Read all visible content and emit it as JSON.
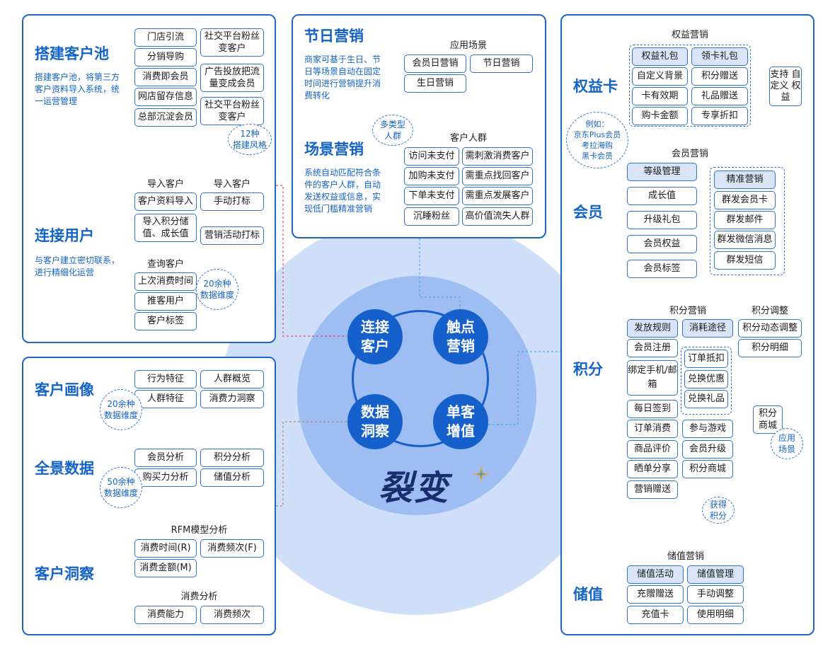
{
  "center": {
    "brand": "裂变",
    "nodes": {
      "connect": "连接\n客户",
      "touch": "触点\n营销",
      "data": "数据\n洞察",
      "value": "单客\n增值"
    }
  },
  "left_top": {
    "pool": {
      "title": "搭建客户池",
      "desc": "搭建客户池，将第三方客户资料导入系统，统一运营管理",
      "items": [
        "门店引流",
        "社交平台粉丝变客户",
        "分销导购",
        "消费即会员",
        "广告投放把流量变成会员",
        "网店留存信息",
        "总部沉淀会员",
        "社交平台粉丝变客户"
      ],
      "bubble": "12种\n搭建风格"
    },
    "connect": {
      "title": "连接用户",
      "desc": "与客户建立密切联系，进行精细化运营",
      "import_cap_a": "导入客户",
      "import_cap_b": "导入客户",
      "items": [
        "客户资料导入",
        "手动打标",
        "导入积分储值、成长值",
        "营销活动打标"
      ],
      "query_cap": "查询客户",
      "query_items": [
        "上次消费时间",
        "推客用户",
        "客户标签"
      ],
      "bubble": "20余种\n数据维度"
    }
  },
  "left_bottom": {
    "portrait": {
      "title": "客户画像",
      "items": [
        "行为特征",
        "人群概览",
        "人群特征",
        "消费力洞察"
      ],
      "bubble": "20余种\n数据维度"
    },
    "panorama": {
      "title": "全景数据",
      "items": [
        "会员分析",
        "积分分析",
        "购买力分析",
        "储值分析"
      ],
      "bubble": "50余种\n数据维度"
    },
    "insight": {
      "title": "客户洞察",
      "rfm_cap": "RFM模型分析",
      "rfm_items": [
        "消费时间(R)",
        "消费频次(F)",
        "消费金额(M)"
      ],
      "consume_cap": "消费分析",
      "consume_items": [
        "消费能力",
        "消费频次"
      ]
    }
  },
  "top_mid": {
    "holiday": {
      "title": "节日营销",
      "desc": "商家可基于生日、节日等场景自动在固定时间进行营销提升消费转化",
      "scene_cap": "应用场景",
      "items": [
        "会员日营销",
        "节日营销",
        "生日营销"
      ]
    },
    "scene": {
      "title": "场景营销",
      "desc": "系统自动匹配符合条件的客户人群，自动发送权益或信息，实现低门槛精准营销",
      "crowd_cap": "客户人群",
      "bubble": "多类型\n人群",
      "items": [
        "访问未支付",
        "需刺激消费客户",
        "加购未支付",
        "需重点找回客户",
        "下单未支付",
        "需重点发展客户",
        "沉睡粉丝",
        "高价值流失人群"
      ]
    }
  },
  "right": {
    "card": {
      "title": "权益卡",
      "cap": "权益营销",
      "items": [
        "权益礼包",
        "领卡礼包",
        "自定义背景",
        "积分赠送",
        "卡有效期",
        "礼品赠送",
        "购卡金额",
        "专享折扣"
      ],
      "side": "支持\n自定义\n权益",
      "example": "例如：\n京东Plus会员\n考拉海购\n黑卡会员"
    },
    "member": {
      "title": "会员",
      "cap": "会员营销",
      "left_items": [
        "等级管理",
        "成长值",
        "升级礼包",
        "会员权益",
        "会员标签"
      ],
      "right_items": [
        "精准营销",
        "群发会员卡",
        "群发邮件",
        "群发微信消息",
        "群发短信"
      ]
    },
    "points": {
      "title": "积分",
      "cap_a": "积分营销",
      "cap_b": "积分调整",
      "top_items": [
        "发放规则",
        "消耗途径",
        "积分动态调整",
        "积分明细"
      ],
      "earn_items": [
        "会员注册",
        "绑定手机/邮箱",
        "每日签到",
        "订单消费",
        "商品评价",
        "晒单分享",
        "营销赠送"
      ],
      "use_items": [
        "订单抵扣",
        "兑换优惠",
        "兑换礼品"
      ],
      "mid_items": [
        "参与游戏",
        "会员升级",
        "积分商城"
      ],
      "mall": "积分\n商城",
      "apply": "应用\n场景",
      "earn": "获得\n积分"
    },
    "stored": {
      "title": "储值",
      "cap": "储值营销",
      "items": [
        "储值活动",
        "储值管理",
        "充赠赠送",
        "手动调整",
        "充值卡",
        "使用明细"
      ]
    }
  }
}
